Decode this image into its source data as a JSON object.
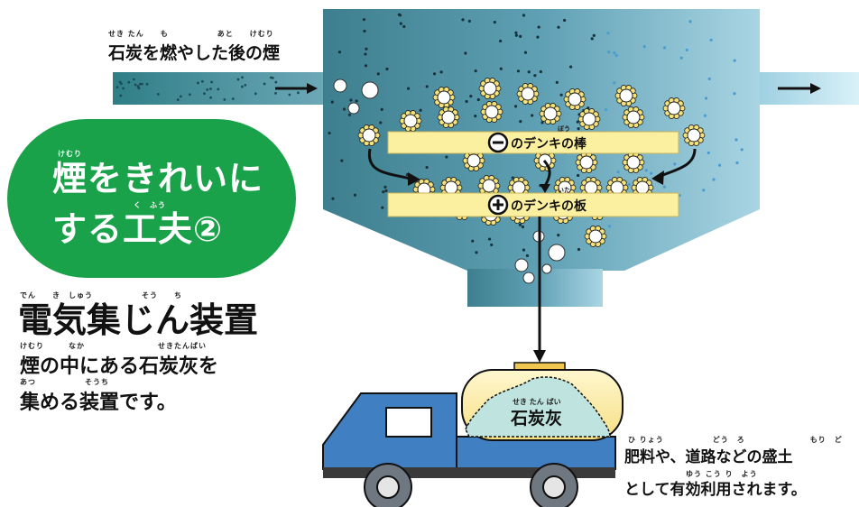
{
  "smoke_inlet": {
    "ruby": "せき たん　　も　　　　　　あと　　けむり",
    "label": "石炭を燃やした後の煙"
  },
  "badge": {
    "ruby1": "けむり",
    "line1": "煙をきれいに",
    "ruby2": "く　ふう",
    "line2": "する工夫②",
    "color": "#1aa24a"
  },
  "device": {
    "ruby": "でん　　き　しゅう　　　　　　そう　　ち",
    "title": "電気集じん装置",
    "desc_ruby1": "けむり　　　なか　　　　　　　　　せきたんばい",
    "desc_line1": "煙の中にある石炭灰を",
    "desc_ruby2": "あつ　　　　　　そうち",
    "desc_line2": "集める装置です。"
  },
  "rod": {
    "ruby": "ぼう",
    "label": "のデンキの棒",
    "sign": "−"
  },
  "plate": {
    "ruby": "いた",
    "label": "のデンキの板",
    "sign": "+"
  },
  "tank": {
    "ruby": "せき たん ばい",
    "label": "石炭灰"
  },
  "usage": {
    "ruby1": "ひ りょう　　　　　　どう　ろ　　　　　　　　もり　ど",
    "line1": "肥料や、道路などの盛土",
    "ruby2": "ゆう こう り　よう",
    "line2": "として有効利用されます。"
  },
  "colors": {
    "green": "#1aa24a",
    "yellow": "#fbefa0",
    "truck_blue": "#3f7fc2",
    "tank_teal": "#bfe3de",
    "hopper": "#4f96ab"
  }
}
